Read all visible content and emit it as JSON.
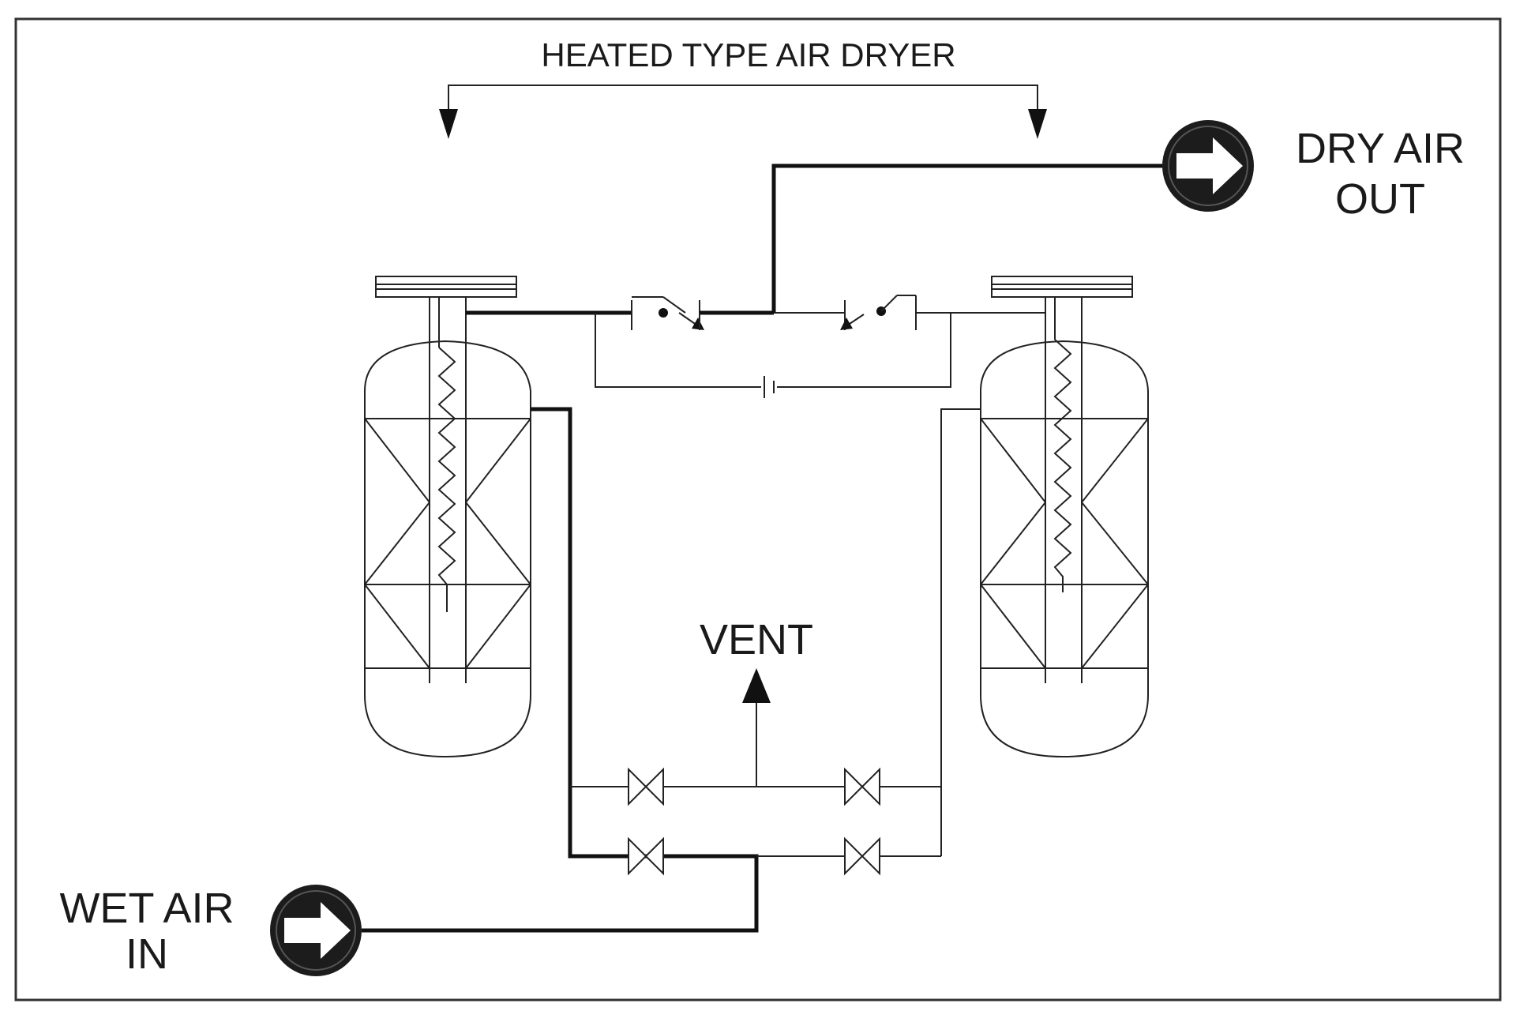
{
  "title": "HEATED TYPE AIR DRYER",
  "outlet": {
    "line1": "DRY AIR",
    "line2": "OUT",
    "icon": "arrow-right-circle-icon"
  },
  "inlet": {
    "line1": "WET AIR",
    "line2": "IN",
    "icon": "arrow-right-circle-icon"
  },
  "vent": {
    "label": "VENT",
    "icon": "arrow-up-icon"
  },
  "colors": {
    "line": "#111111",
    "circle": "#1c1c1c",
    "background": "#ffffff"
  }
}
